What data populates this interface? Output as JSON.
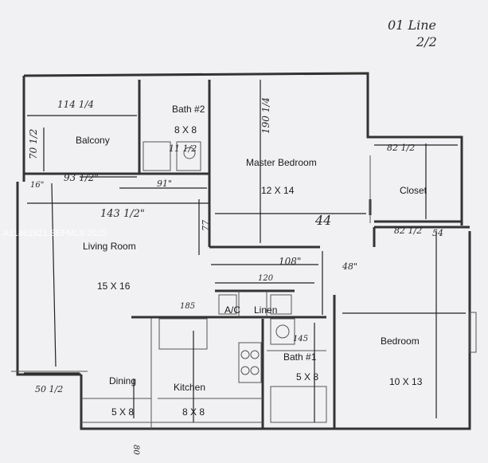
{
  "header": {
    "line_note": "01 Line",
    "unit_note": "2/2"
  },
  "watermark": "A11861921 SEFMLS 2025",
  "rooms": {
    "balcony": {
      "label": "Balcony"
    },
    "bath2": {
      "label": "Bath #2",
      "size": "8 X 8"
    },
    "master": {
      "label": "Master Bedroom",
      "size": "12 X 14"
    },
    "closet": {
      "label": "Closet"
    },
    "living": {
      "label": "Living Room",
      "size": "15 X 16"
    },
    "ac": {
      "label": "A/C"
    },
    "linen": {
      "label": "Linen"
    },
    "bath1": {
      "label": "Bath #1",
      "size": "5 X 8"
    },
    "bedroom": {
      "label": "Bedroom",
      "size": "10 X 13"
    },
    "dining": {
      "label": "Dining",
      "size": "5 X 8"
    },
    "kitchen": {
      "label": "Kitchen",
      "size": "8 X 8"
    }
  },
  "notes": {
    "balcony_width": "114 1/4",
    "balcony_height": "70 1/2",
    "bath2_width": "11 1/2",
    "master_height": "190 1/4",
    "closet_width": "82 1/2",
    "w93": "93 1/2\"",
    "w91": "91\"",
    "w143": "143 1/2\"",
    "d16": "16\"",
    "d77": "77",
    "d44": "44",
    "d108": "108\"",
    "d48": "48\"",
    "d82": "82 1/2",
    "d54": "54",
    "d185": "185",
    "d120": "120",
    "d145": "145",
    "d50": "50 1/2",
    "d80": "80"
  }
}
